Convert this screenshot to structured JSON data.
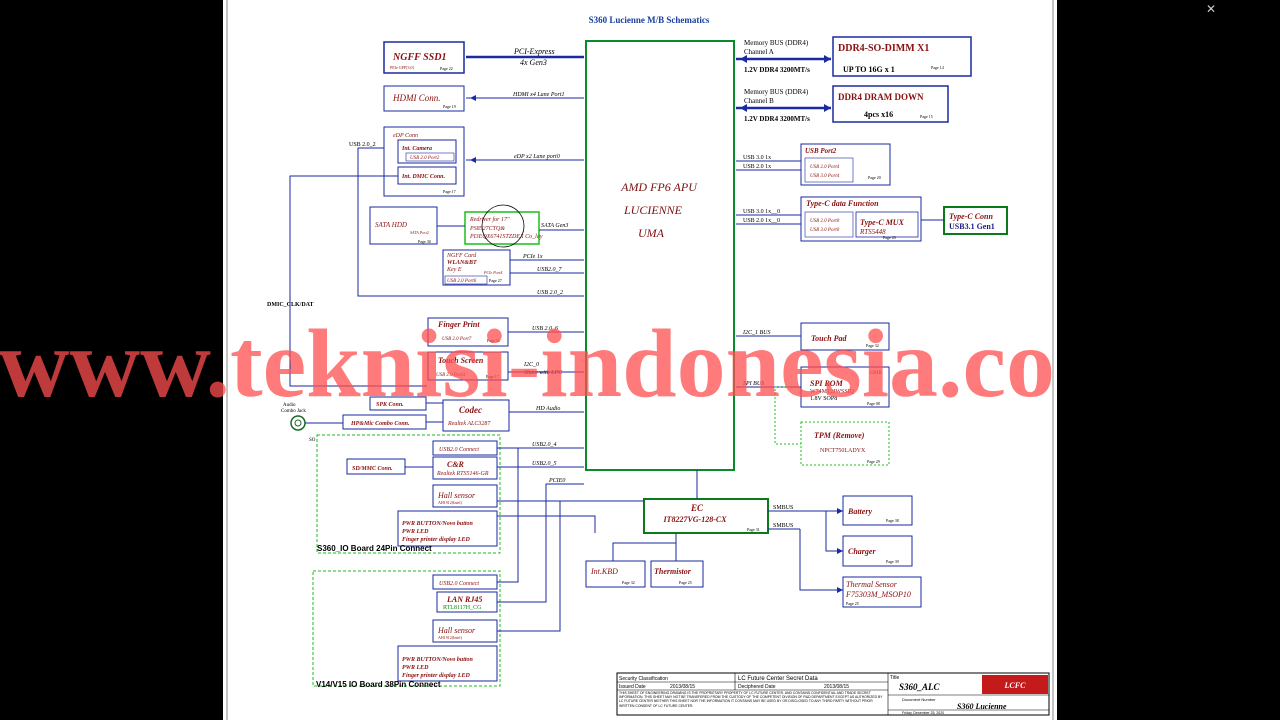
{
  "title": "S360 Lucienne M/B Schematics",
  "watermark": "www.teknisi-indonesia.co",
  "apu": {
    "line1": "AMD FP6 APU",
    "line2": "LUCIENNE",
    "line3": "UMA"
  },
  "blocks": {
    "ssd": {
      "title": "NGFF SSD1",
      "sub": "PEIe GPP[3:0]",
      "page": "Page 22"
    },
    "hdmi": {
      "title": "HDMI Conn.",
      "page": "Page 19"
    },
    "edp": {
      "title": "eDP Conn",
      "camera": "Int. Camera",
      "camera_port": "USB 2.0 Port2",
      "dmic": "Int. DMIC Conn.",
      "page": "Page 17"
    },
    "sata": {
      "title": "SATA HDD",
      "sub": "SATA Port2",
      "page": "Page 30"
    },
    "redriver": {
      "line1": "Redriver for 17\"",
      "line2": "PS8527CTQ&",
      "line3": "PI3EQX6741STZDEX Co_lay"
    },
    "wlan": {
      "line1": "NGFF Card",
      "line2": "WLAN&BT",
      "line3": "Key E",
      "port": "USB 2.0 Port6",
      "pcie": "PCIe Port4",
      "page": "Page 27"
    },
    "finger": {
      "title": "Finger Print",
      "port": "USB 2.0 Port7",
      "page": "Page 32"
    },
    "touchscreen": {
      "title": "Touch Screen",
      "port": "USB 2.0 Port3",
      "page": "Page 17"
    },
    "spk": {
      "title": "SPK Conn."
    },
    "hpmic": {
      "title": "HP&Mic Combo Conn."
    },
    "codec": {
      "title": "Codec",
      "sub": "Realtek ALC3287"
    },
    "audio_jack": {
      "line1": "Audio",
      "line2": "Combo Jack"
    },
    "ddr4a": {
      "title": "DDR4-SO-DIMM X1",
      "sub": "UP TO 16G x 1",
      "page": "Page 14"
    },
    "ddr4b": {
      "title": "DDR4 DRAM DOWN",
      "sub": "4pcs x16",
      "page": "Page 15"
    },
    "usbport2": {
      "title": "USB Port2",
      "p1": "USB 2.0 Port4",
      "p2": "USB 3.0 Port4",
      "page": "Page 20"
    },
    "typec": {
      "title": "Type-C data Function",
      "p1": "USB 2.0 Port0",
      "p2": "USB 3.0 Port0",
      "mux": "Type-C MUX",
      "mux_part": "RTS5448",
      "page": "Page 20"
    },
    "typec_conn": {
      "line1": "Type-C Conn",
      "line2": "USB3.1 Gen1"
    },
    "touchpad": {
      "title": "Touch Pad",
      "page": "Page 32"
    },
    "spirom": {
      "title": "SPI ROM",
      "size": "32MB",
      "part": "W74M12JWSSIQ",
      "pkg": "1.8V SOP8",
      "page": "Page 08"
    },
    "tpm": {
      "title": "TPM (Remove)",
      "part": "NPCT750LADYX",
      "page": "Page 29"
    },
    "ec": {
      "title": "EC",
      "part": "IT8227VG-128-CX",
      "page": "Page 31"
    },
    "battery": {
      "title": "Battery",
      "page": "Page 38"
    },
    "charger": {
      "title": "Charger",
      "page": "Page 39"
    },
    "thermal": {
      "title": "Thermal Sensor",
      "part": "F75303M_MSOP10",
      "page": "Page 25"
    },
    "kbd": {
      "title": "Int.KBD",
      "page": "Page 32"
    },
    "thermistor": {
      "title": "Thermistor",
      "page": "Page 25"
    },
    "io24": {
      "usb": "USB2.0 Connect",
      "cr": "C&R",
      "cr_part": "Realtek RTS5146-GR",
      "sdmmc": "SD/MMC Conn.",
      "hall": "Hall sensor",
      "hall_part": "AH1912(Intel)",
      "pwr1": "PWR BUTTON/Novo button",
      "pwr2": "PWR LED",
      "pwr3": "Finger printer display LED",
      "label": "S360_IO Board  24Pin Connect",
      "so": "SO"
    },
    "io38": {
      "usb": "USB2.0 Connect",
      "lan": "LAN RJ45",
      "lan_part": "RTL8117H_CG",
      "hall": "Hall sensor",
      "hall_part": "AH1912(Intel)",
      "pwr1": "PWR BUTTON/Novo button",
      "pwr2": "PWR LED",
      "pwr3": "Finger printer display LED",
      "label": "V14/V15 IO Board  38Pin Connect"
    }
  },
  "signals": {
    "pcie": "PCI-Express",
    "gen3": "4x Gen3",
    "hdmi": "HDMI x4 Lane Port1",
    "usb20_2": "USB 2.0_2",
    "edp": "eDP x2 Lane port0",
    "sata": "SATA Gen3",
    "pcie1x": "PCIe 1x",
    "usb20_7": "USB2.0_7",
    "usb20_2b": "USB 2.0_2",
    "dmic": "DMIC_CLK/DAT",
    "usb20_6": "USB 2.0_6",
    "i2c0": "I2C_0",
    "share": "Share with LPC",
    "hdaudio": "HD Audio",
    "usb20_4": "USB2.0_4",
    "usb20_5": "USB2.0_5",
    "pcie0": "PCIE0",
    "memA1": "Memory BUS (DDR4)",
    "memA2": "Channel A",
    "memAv": "1.2V DDR4 3200MT/s",
    "memB1": "Memory BUS (DDR4)",
    "memB2": "Channel B",
    "memBv": "1.2V DDR4 3200MT/s",
    "usb31x": "USB 3.0 1x",
    "usb21x": "USB 2.0 1x",
    "usb31x0": "USB 3.0 1x__0",
    "usb21x0": "USB 2.0 1x__0",
    "i2c1": "I2C_1 BUS",
    "spibus": "SPI BUS",
    "smbus1": "SMBUS",
    "smbus2": "SMBUS"
  },
  "titleblock": {
    "security": "Security Classification",
    "secret": "LC Future Center Secret Data",
    "title_label": "Title",
    "issued": "Issued Date",
    "issued_val": "2013/08/15",
    "deciphered": "Deciphered Date",
    "deciphered_val": "2013/08/15",
    "doc_title": "S360_ALC",
    "doc_num_label": "Document Number",
    "product": "S360 Lucienne",
    "logo": "LCFC",
    "fine": "THIS SHEET OF ENGINEERING DRAWING IS THE PROPRIETARY PROPERTY OF LC FUTURE CENTER. AND CONTAINS CONFIDENTIAL AND TRADE SECRET INFORMATION. THIS SHEET MAY NOT BE TRANSFERED FROM THE CUSTODY OF THE COMPETENT DIVISION OF R&D DEPARTMENT EXCEPT AS AUTHORIZED BY LC FUTURE CENTER NEITHER THIS SHEET NOR THE INFORMATION IT CONTAINS MAY BE USED BY OR DISCLOSED TO ANY THIRD PARTY WITHOUT PRIOR WRITTEN CONSENT OF LC FUTURE CENTER.",
    "date_label": "Friday, December 25, 2020"
  }
}
